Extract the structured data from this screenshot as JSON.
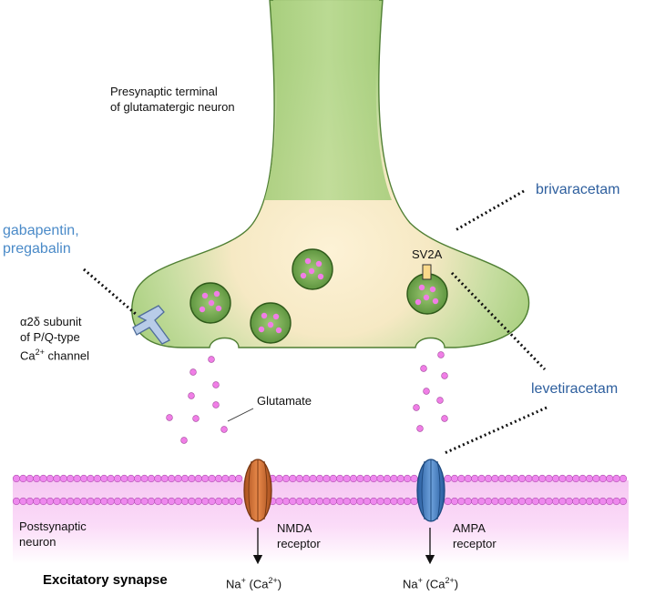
{
  "labels": {
    "presynaptic_line1": "Presynaptic terminal",
    "presynaptic_line2": "of glutamatergic neuron",
    "sv2a": "SV2A",
    "glutamate": "Glutamate",
    "alpha2delta_line1": "α2δ subunit",
    "alpha2delta_line2": "of P/Q-type",
    "alpha2delta_line3_prefix": "Ca",
    "alpha2delta_line3_sup": "2+",
    "alpha2delta_line3_suffix": " channel",
    "postsynaptic_line1": "Postsynaptic",
    "postsynaptic_line2": "neuron",
    "nmda_line1": "NMDA",
    "nmda_line2": "receptor",
    "ampa_line1": "AMPA",
    "ampa_line2": "receptor",
    "ion_na": "Na",
    "ion_na_sup": "+",
    "ion_ca_open": " (Ca",
    "ion_ca_sup": "2+",
    "ion_ca_close": ")",
    "title": "Excitatory synapse"
  },
  "drugs": {
    "gabapentin_line1": "gabapentin,",
    "gabapentin_line2": "pregabalin",
    "brivaracetam": "brivaracetam",
    "levetiracetam": "levetiracetam"
  },
  "colors": {
    "neuron_green": "#a8cf7e",
    "neuron_outline": "#4f7f33",
    "vesicle_fill": "#7aab52",
    "vesicle_outline": "#2f5a1a",
    "glutamate_dot": "#f07ee6",
    "membrane_dot": "#ee88ee",
    "postsynaptic_fill": "#fad6f8",
    "nmda_receptor": "#d2692a",
    "ampa_receptor": "#3b78c0",
    "channel_blue": "#b8cce8",
    "drug_text": "#2e5f9e"
  }
}
